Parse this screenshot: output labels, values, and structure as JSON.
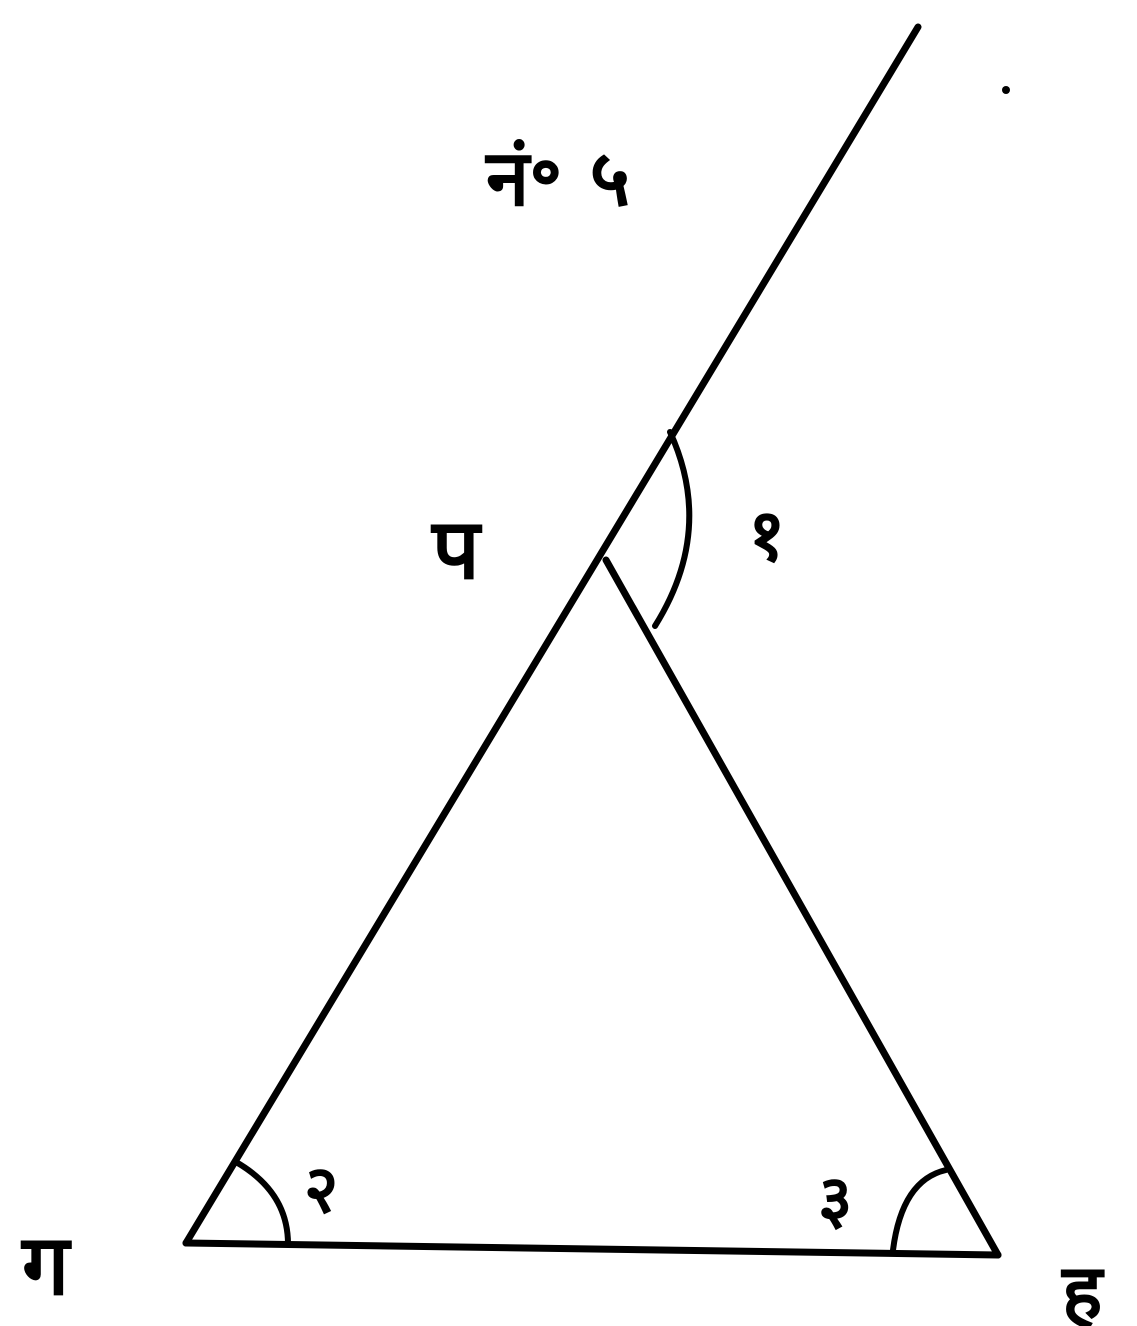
{
  "figure": {
    "caption": "नं॰ ५"
  },
  "vertices": {
    "apex": "प",
    "left": "ग",
    "right": "ह"
  },
  "angles": {
    "exterior": "१",
    "left_base": "२",
    "right_base": "३"
  },
  "colors": {
    "ink": "#000000",
    "paper": "#ffffff"
  }
}
